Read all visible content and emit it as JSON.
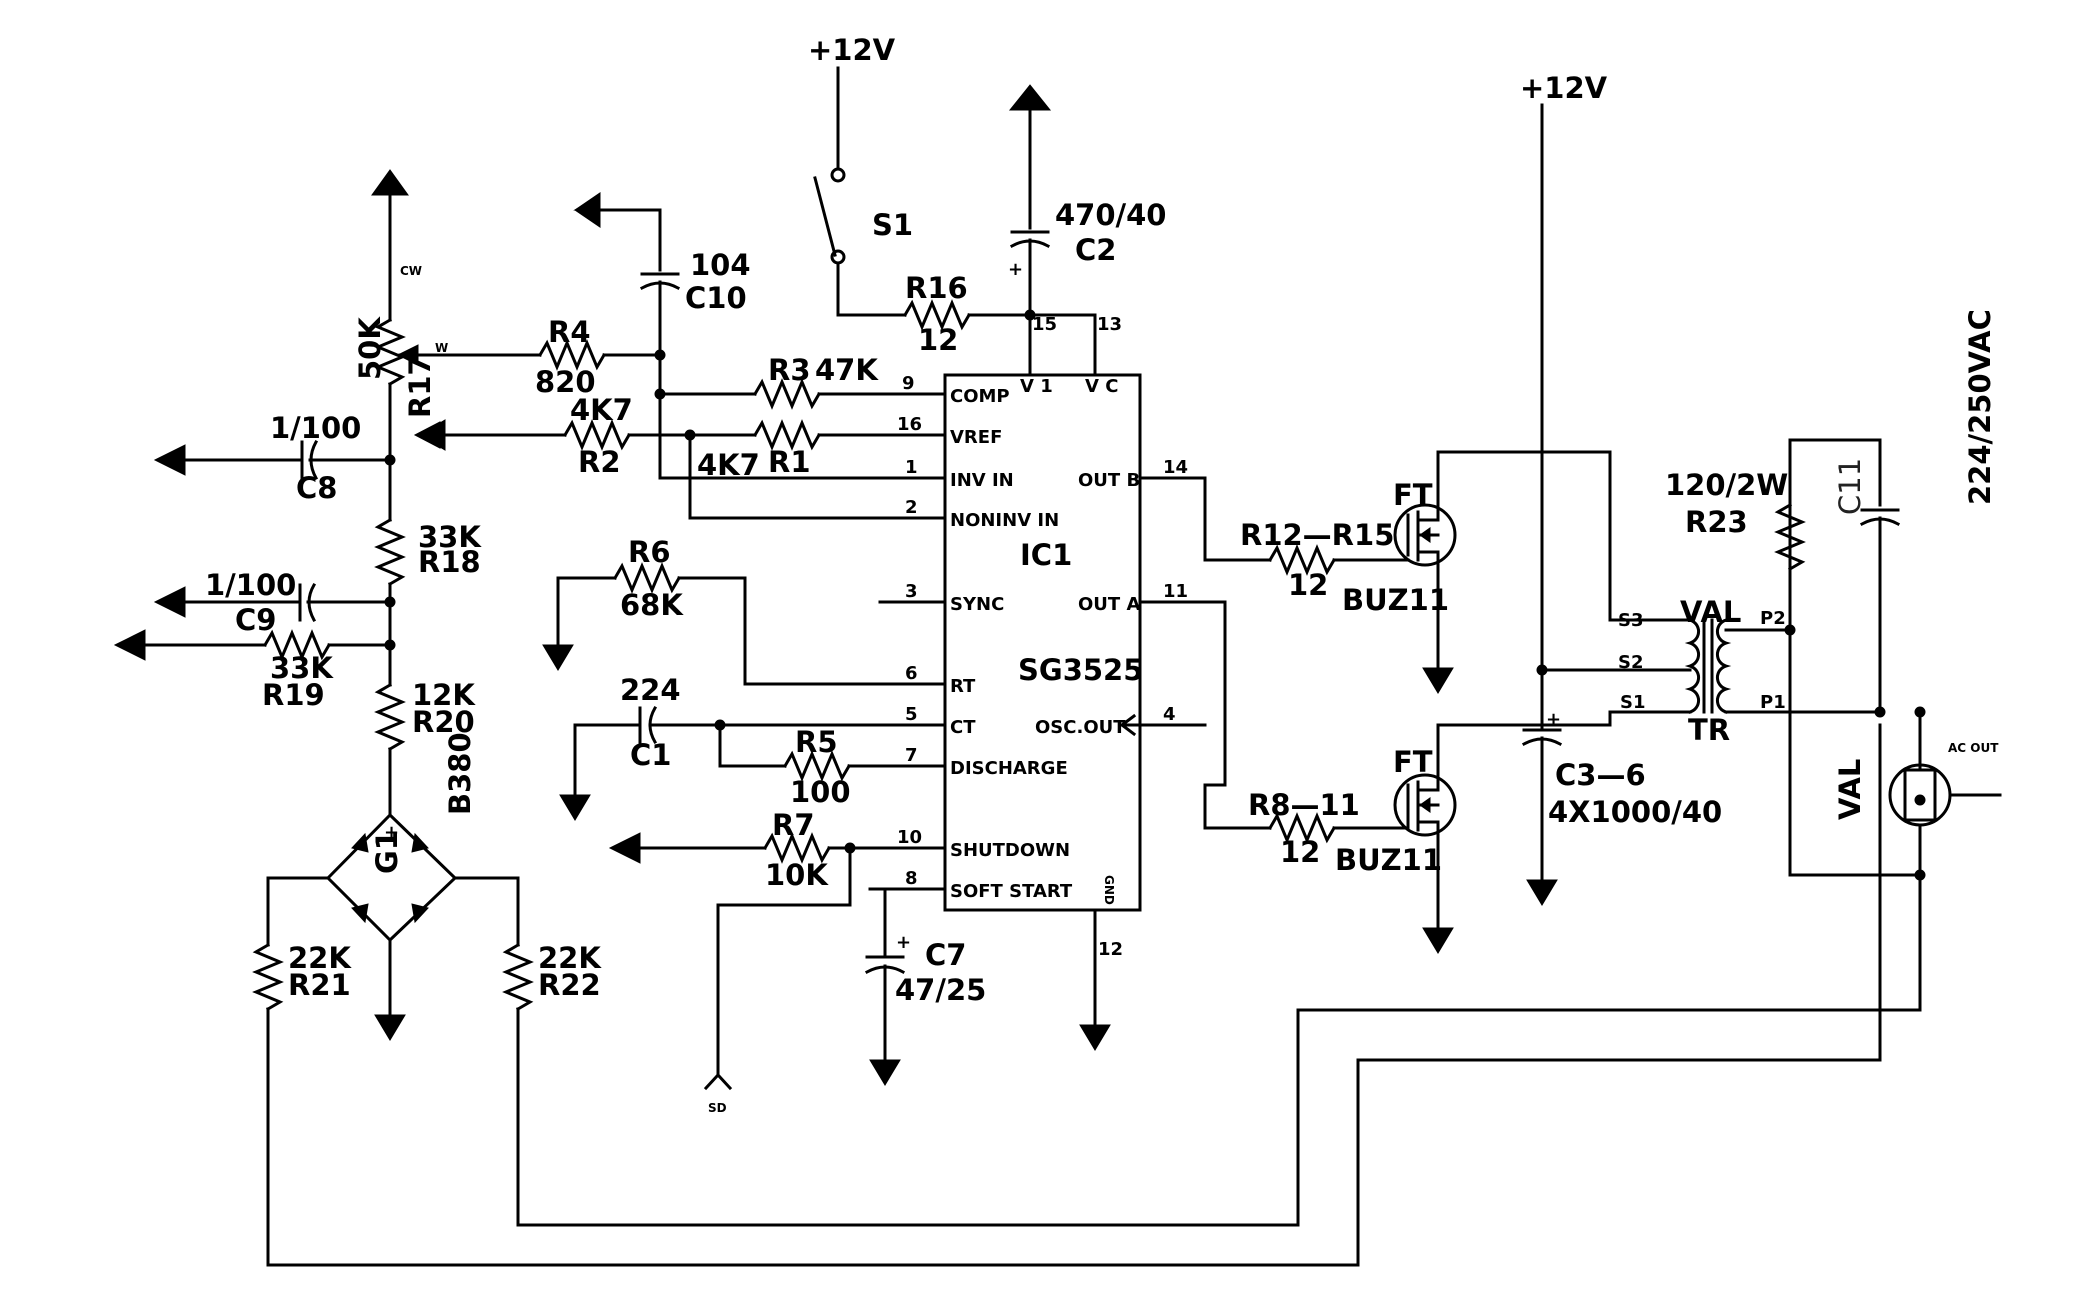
{
  "ic": {
    "ref": "IC1",
    "part": "SG3525",
    "pins": [
      {
        "num": "9",
        "name": "COMP"
      },
      {
        "num": "16",
        "name": "VREF"
      },
      {
        "num": "1",
        "name": "INV IN"
      },
      {
        "num": "2",
        "name": "NONINV IN"
      },
      {
        "num": "3",
        "name": "SYNC"
      },
      {
        "num": "6",
        "name": "RT"
      },
      {
        "num": "5",
        "name": "CT"
      },
      {
        "num": "7",
        "name": "DISCHARGE"
      },
      {
        "num": "10",
        "name": "SHUTDOWN"
      },
      {
        "num": "8",
        "name": "SOFT START"
      },
      {
        "num": "14",
        "name": "OUT B"
      },
      {
        "num": "11",
        "name": "OUT A"
      },
      {
        "num": "4",
        "name": "OSC.OUT"
      },
      {
        "num": "15",
        "name": "V 1"
      },
      {
        "num": "13",
        "name": "V C"
      },
      {
        "num": "12",
        "name": "GND"
      }
    ]
  },
  "supply": {
    "left": "+12V",
    "right": "+12V"
  },
  "switch": {
    "ref": "S1"
  },
  "resistors": {
    "r16": {
      "ref": "R16",
      "value": "12"
    },
    "r4": {
      "ref": "R4",
      "value": "820"
    },
    "r3": {
      "ref": "R3",
      "value": "47K"
    },
    "r1": {
      "ref": "R1",
      "value": "4K7"
    },
    "r2": {
      "ref": "R2",
      "value": "4K7"
    },
    "r17": {
      "ref": "R17",
      "value": "50K"
    },
    "r18": {
      "ref": "R18",
      "value": "33K"
    },
    "r19": {
      "ref": "R19",
      "value": "33K"
    },
    "r20": {
      "ref": "R20",
      "value": "12K"
    },
    "r6": {
      "ref": "R6",
      "value": "68K"
    },
    "r5": {
      "ref": "R5",
      "value": "100"
    },
    "r7": {
      "ref": "R7",
      "value": "10K"
    },
    "r21": {
      "ref": "R21",
      "value": "22K"
    },
    "r22": {
      "ref": "R22",
      "value": "22K"
    },
    "r12": {
      "ref": "R12—R15",
      "value": "12"
    },
    "r8": {
      "ref": "R8—11",
      "value": "12"
    },
    "r23": {
      "ref": "R23",
      "value": "120/2W"
    }
  },
  "capacitors": {
    "c2": {
      "ref": "C2",
      "value": "470/40"
    },
    "c10": {
      "ref": "C10",
      "value": "104"
    },
    "c8": {
      "ref": "C8",
      "value": "1/100"
    },
    "c9": {
      "ref": "C9",
      "value": "1/100"
    },
    "c1": {
      "ref": "C1",
      "value": "224"
    },
    "c7": {
      "ref": "C7",
      "value": "47/25"
    },
    "c3": {
      "ref": "C3—6",
      "value": "4X1000/40"
    },
    "c11": {
      "ref": "C11",
      "value": "224/250VAC"
    }
  },
  "bridge": {
    "ref": "G1",
    "value": "B380"
  },
  "mosfets": {
    "type": "BUZ11",
    "label": "FT"
  },
  "transformer": {
    "ref": "TR",
    "value": "VAL",
    "s3": "S3",
    "s2": "S2",
    "s1": "S1",
    "p1": "P1",
    "p2": "P2"
  },
  "misc": {
    "val": "VAL",
    "ac_out": "AC OUT",
    "sd": "SD",
    "wiper": "W"
  }
}
